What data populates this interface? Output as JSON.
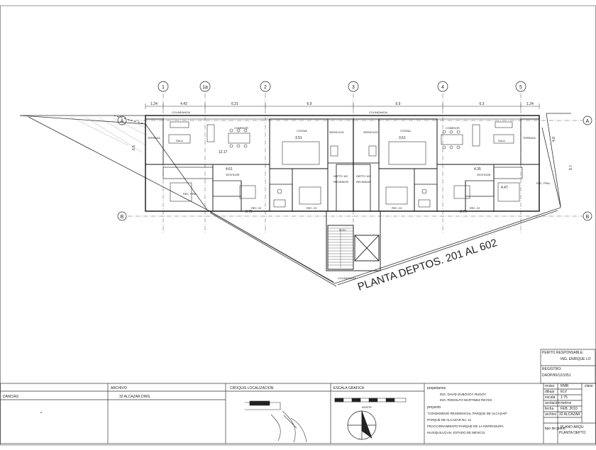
{
  "plan_title": "PLANTA DEPTOS. 201 AL 602",
  "axes_top": [
    "1",
    "1a",
    "2",
    "3",
    "4",
    "5"
  ],
  "axes_side": [
    "A",
    "B"
  ],
  "dims_top": [
    "1.24",
    "4.42",
    "6.21",
    "6.9",
    "6.9",
    "6.3",
    "1.24"
  ],
  "rooms": {
    "colindancia_left": "COLINDANCIA",
    "colindancia_right": "COLINDANCIA",
    "comedor_left": "COMEDOR",
    "comedor_right": "COMEDOR",
    "sala_left": "SALA",
    "sala_right": "SALA",
    "terraza_left": "TERRAZA",
    "terraza_right": "TERRAZA",
    "cocina_left": "COCINA",
    "cocina_right": "COCINA",
    "servicio_left": "SERVICIOS",
    "servicio_right": "SERVICIOS",
    "vestidor_left": "VESTIDOR",
    "vestidor_right": "VESTIDOR",
    "rec_ppal_left": "REC. PPAL",
    "rec_ppal_right": "REC. PPAL",
    "rec2_left": "REC. 02",
    "rec2_right": "REC. 02",
    "rec3_left": "REC. 03",
    "rec3_right": "REC. 03",
    "depto_left": "DEPTO 102",
    "depto_right": "DEPTO 101",
    "recibidor_left": "RECIBIDOR",
    "recibidor_right": "RECIBIDOR",
    "ascensor": "ELEV.",
    "colindancia_bottom": "COLINDANCIA"
  },
  "room_dims": [
    "12.17",
    "3.51",
    "3.51",
    "4.61",
    "4.35",
    "3.75",
    "3.75",
    "4.47",
    "6.5",
    "5.7",
    "4.8"
  ],
  "title_block": {
    "perito_label": "PERITO RESPONSABLE:",
    "perito_name": "ING. ENRIQUE LO",
    "registro_label": "REGISTRO:",
    "registro_value": "DAOP/90/12/1051",
    "revisor_label": "reviso",
    "revisor_value": "RMR",
    "dibujo_label": "dibujo",
    "dibujo_value": "ELV",
    "escala_label": "escala",
    "escala_value": "1:75",
    "acot_label": "acotacion",
    "acot_value": "metros",
    "fecha_label": "fecha",
    "fecha_value": "FEB. 2010",
    "archivo_label": "archivo",
    "archivo_value": "32 ALCAZAR",
    "clave_label": "clave",
    "tipo_label": "tipo de plano",
    "tipo_value_1": "PLANO ARQU",
    "tipo_value_2": "PLANTA DEPTO",
    "col1_header": "",
    "col1_row": "DANCIAS",
    "archivo_header": "ARCHIVO",
    "archivo_file": "32 ALCAZAR.DWG",
    "croquis_header": "CROQUIS LOCALIZACION",
    "escala_header": "ESCALA GRAFICA",
    "norte": "NORTE",
    "propietarios_label": "propietarios",
    "propietario_1": "ING. DAVID DUBOVOY RUDOY",
    "propietario_2": "ING. RODOLFO MARTINEZ REYES",
    "proyecto_label": "proyecto",
    "proyecto_1": "\"CONDOMINIO RESIDENCIAL PARQUE DE ALCAZAR\"",
    "proyecto_2": "PARQUE DE ALCAZAR No. 11",
    "proyecto_3": "FRACCIONAMIENTO PARQUE DE LA HERRADURA",
    "proyecto_4": "HUIXQUILUCAN, ESTADO DE MEXICO."
  }
}
